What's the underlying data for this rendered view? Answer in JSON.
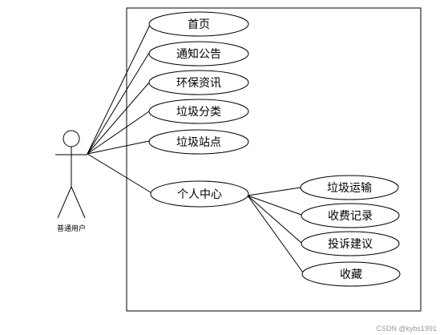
{
  "actor": {
    "label": "普通用户"
  },
  "use_cases": {
    "home": "首页",
    "notice": "通知公告",
    "eco_info": "环保资讯",
    "sorting": "垃圾分类",
    "station": "垃圾站点",
    "personal": "个人中心"
  },
  "personal_children": {
    "transport": "垃圾运输",
    "fees": "收费记录",
    "complaint": "投诉建议",
    "favorites": "收藏"
  },
  "watermark": "CSDN @kybs1991"
}
